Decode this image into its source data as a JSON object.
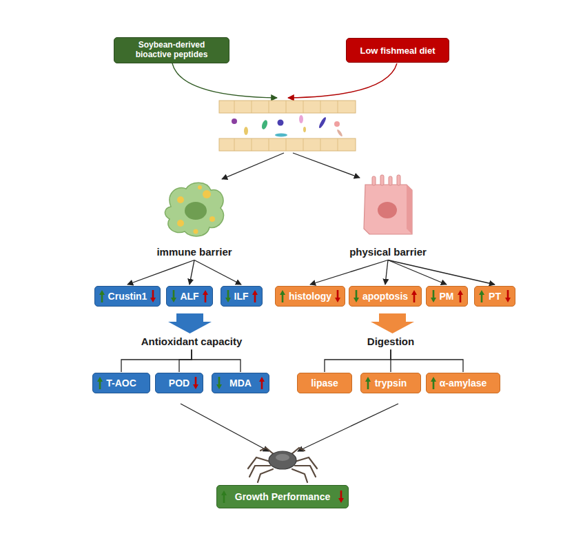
{
  "diagram": {
    "nodes": [
      {
        "text": [
          "Soybean-derived bioactive peptides"
        ]
      },
      {
        "text": [
          "Low fishmeal diet"
        ]
      },
      {
        "text": [
          "immune barrier"
        ]
      },
      {
        "text": [
          "physical barrier"
        ]
      },
      {
        "text": [
          "Crustin1"
        ]
      },
      {
        "text": [
          "ALF"
        ]
      },
      {
        "text": [
          "ILF"
        ]
      },
      {
        "text": [
          "histology"
        ]
      },
      {
        "text": [
          "apoptosis"
        ]
      },
      {
        "text": [
          "PM"
        ]
      },
      {
        "text": [
          "PT"
        ]
      },
      {
        "text": [
          "Antioxidant capacity"
        ]
      },
      {
        "text": [
          "Digestion"
        ]
      },
      {
        "text": [
          "T-AOC"
        ]
      },
      {
        "text": [
          "POD"
        ]
      },
      {
        "text": [
          "MDA"
        ]
      },
      {
        "text": [
          "lipase"
        ]
      },
      {
        "text": [
          "trypsin"
        ]
      },
      {
        "text": [
          "α-amylase"
        ]
      },
      {
        "text": [
          "Growth Performance"
        ]
      }
    ],
    "edges": [
      {
        "from": 2,
        "to": 4,
        "arrow": "to"
      },
      {
        "from": 2,
        "to": 5,
        "arrow": "to"
      },
      {
        "from": 2,
        "to": 6,
        "arrow": "to"
      },
      {
        "from": 3,
        "to": 7,
        "arrow": "to"
      },
      {
        "from": 3,
        "to": 8,
        "arrow": "to"
      },
      {
        "from": 3,
        "to": 9,
        "arrow": "to"
      },
      {
        "from": 3,
        "to": 10,
        "arrow": "to"
      },
      {
        "from": 11,
        "to": 13,
        "arrow": "none"
      },
      {
        "from": 11,
        "to": 14,
        "arrow": "none"
      },
      {
        "from": 11,
        "to": 15,
        "arrow": "none"
      },
      {
        "from": 12,
        "to": 16,
        "arrow": "none"
      },
      {
        "from": 12,
        "to": 17,
        "arrow": "none"
      },
      {
        "from": 12,
        "to": 18,
        "arrow": "none"
      }
    ]
  }
}
